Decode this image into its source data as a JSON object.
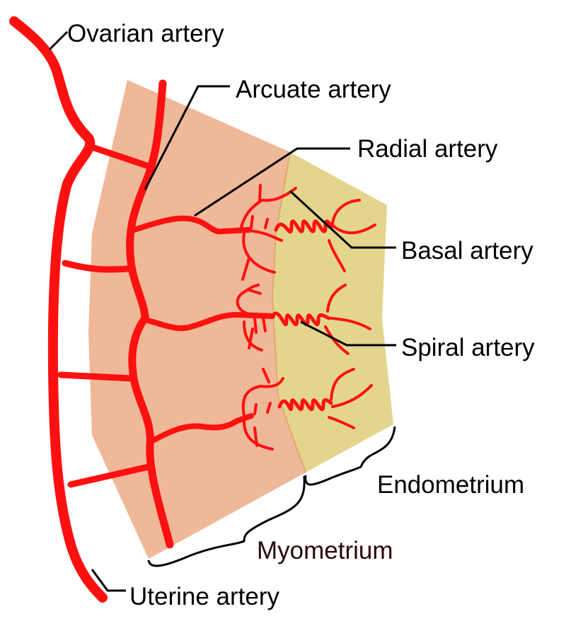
{
  "title": "Uterine blood supply",
  "labels": {
    "ovarian": "Ovarian artery",
    "arcuate": "Arcuate artery",
    "radial": "Radial artery",
    "basal": "Basal artery",
    "spiral": "Spiral artery",
    "uterine": "Uterine artery",
    "endometrium": "Endometrium",
    "myometrium": "Myometrium"
  },
  "colors": {
    "artery": "#ff1010",
    "myometrium": "#efb898",
    "endometrium": "#e3d68c",
    "myometrium_label": "#2b0505"
  }
}
